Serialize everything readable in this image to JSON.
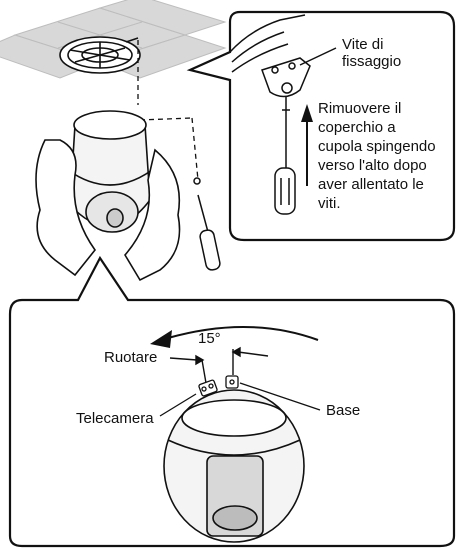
{
  "callout_top": {
    "label_screw_line1": "Vite di",
    "label_screw_line2": "fissaggio",
    "instruction_lines": [
      "Rimuovere il",
      "coperchio a",
      "cupola spingendo",
      "verso l'alto dopo",
      "aver allentato le",
      "viti."
    ]
  },
  "callout_bottom": {
    "angle": "15°",
    "rotate_label": "Ruotare",
    "camera_label": "Telecamera",
    "base_label": "Base"
  }
}
